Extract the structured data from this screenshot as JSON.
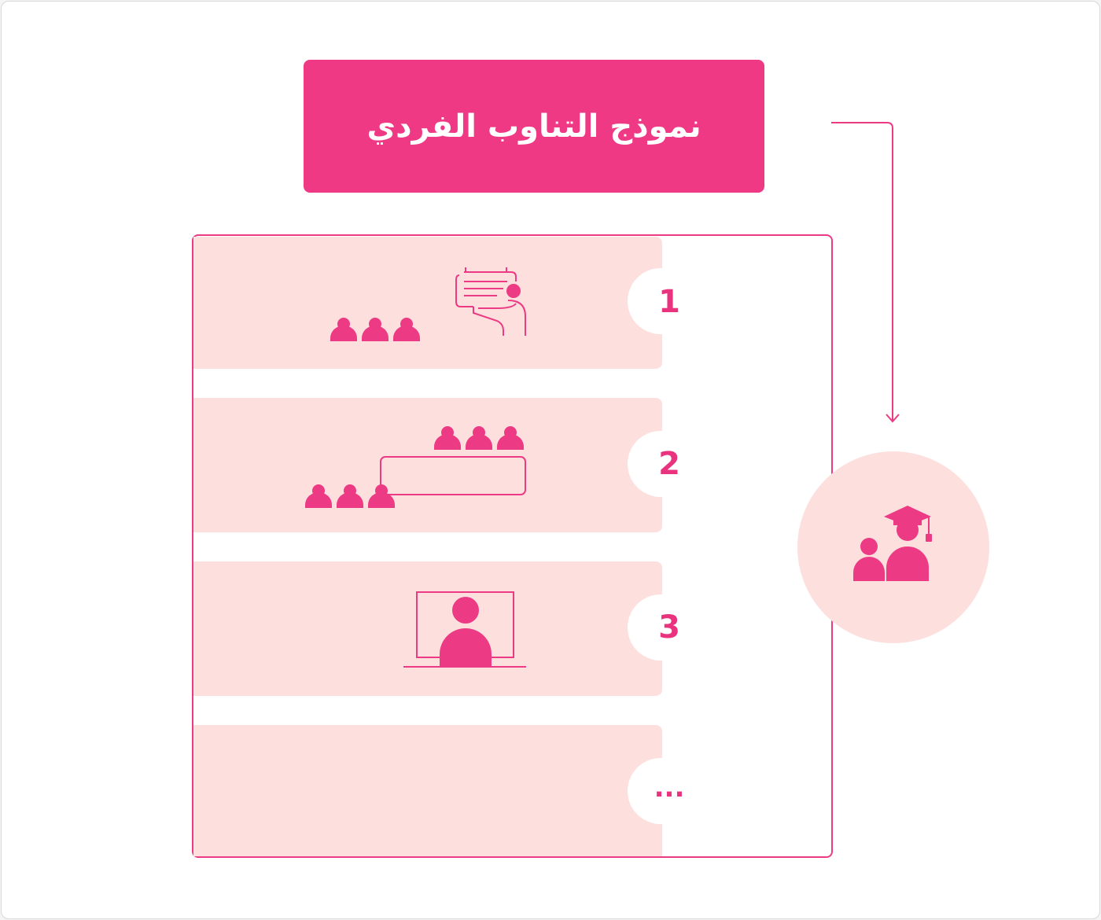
{
  "title": "نموذج التناوب الفردي",
  "steps": [
    {
      "label": "1",
      "icon": "teacher-presenting-to-group-icon"
    },
    {
      "label": "2",
      "icon": "group-collaboration-icon"
    },
    {
      "label": "3",
      "icon": "online-learner-icon"
    },
    {
      "label": "..."
    }
  ],
  "side_icon": "student-with-graduate-icon",
  "colors": {
    "accent": "#ef3984",
    "row_fill": "#fde0dd",
    "circle_fill": "#fde0dd"
  }
}
